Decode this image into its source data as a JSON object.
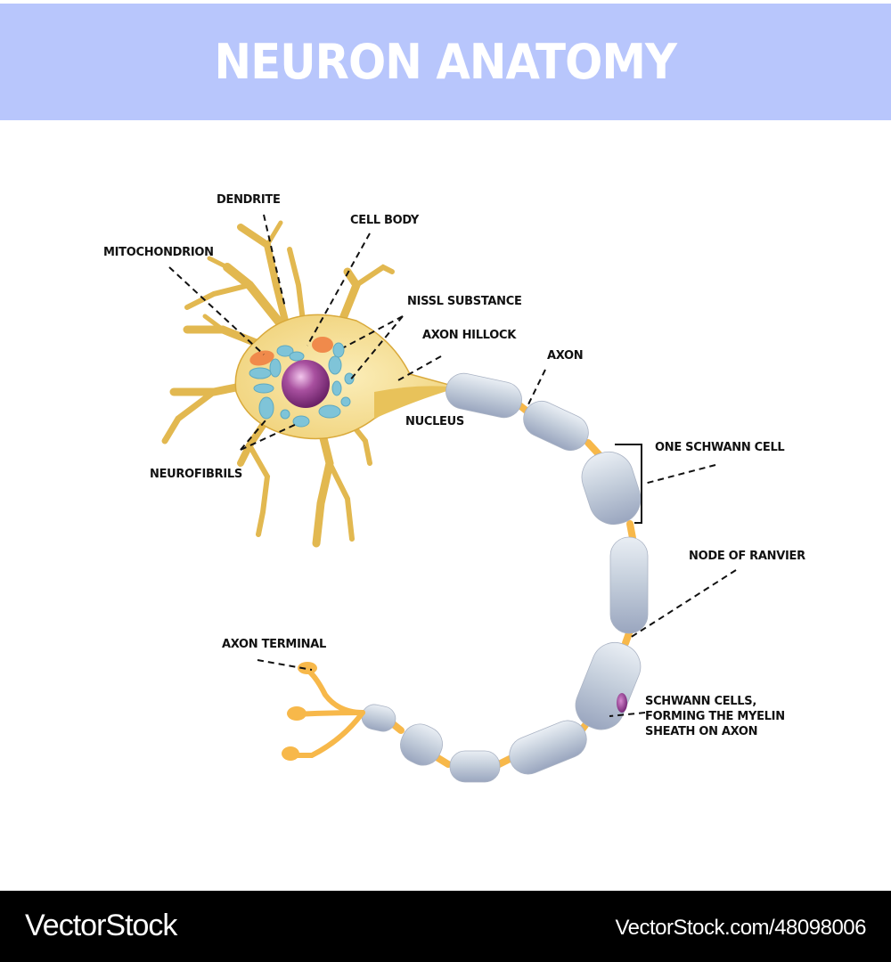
{
  "title": "NEURON ANATOMY",
  "labels": {
    "dendrite": "DENDRITE",
    "cell_body": "CELL BODY",
    "mitochondrion": "MITOCHONDRION",
    "nissl_substance": "NISSL SUBSTANCE",
    "axon_hillock": "AXON HILLOCK",
    "axon": "AXON",
    "nucleus": "NUCLEUS",
    "neurofibrils": "NEUROFIBRILS",
    "one_schwann_cell": "ONE SCHWANN CELL",
    "node_of_ranvier": "NODE OF RANVIER",
    "axon_terminal": "AXON TERMINAL",
    "schwann_cells_line1": "SCHWANN CELLS,",
    "schwann_cells_line2": "FORMING THE MYELIN",
    "schwann_cells_line3": "SHEATH ON AXON"
  },
  "footer": {
    "brand": "VectorStock",
    "reference": "VectorStock.com/48098006"
  },
  "colors": {
    "title_band": "#b8c6fc",
    "cell_body": "#f0d27a",
    "cell_outline": "#d9a93a",
    "nucleus": "#8e3a8e",
    "nissl": "#7fc4d8",
    "mitochondrion": "#f08a4b",
    "myelin": "#c3cbd8",
    "axon_node": "#f7b84a"
  }
}
